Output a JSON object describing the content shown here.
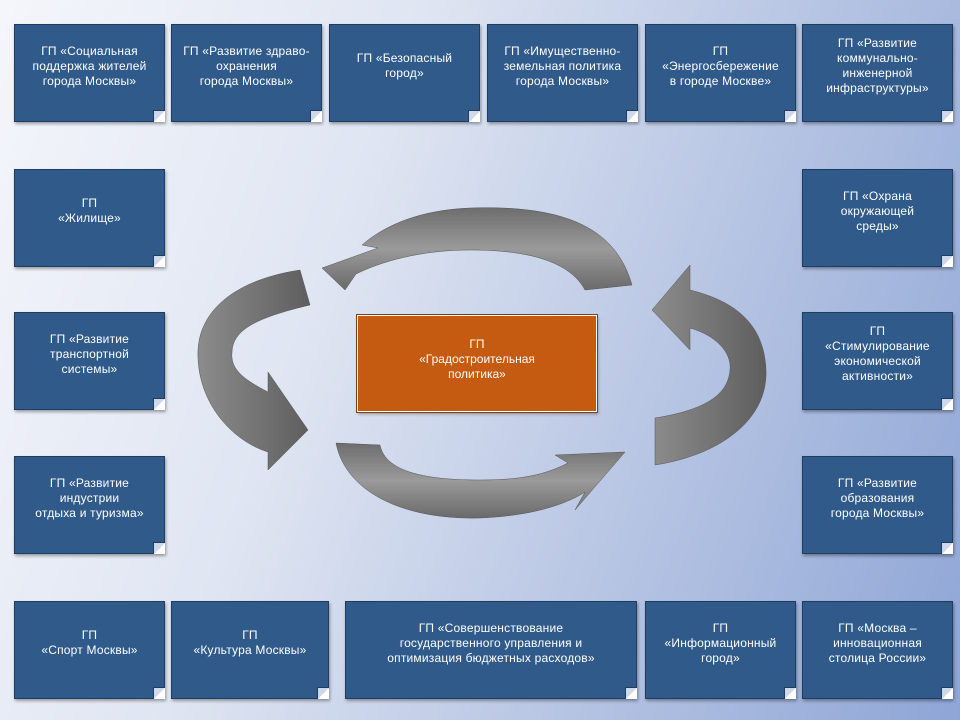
{
  "center": {
    "label": "ГП\n«Градостроительная\nполитика»"
  },
  "programs": {
    "social": "ГП «Социальная\nподдержка жителей\nгорода Москвы»",
    "health": "ГП «Развитие здраво-\nохранения\nгорода Москвы»",
    "safe": "ГП «Безопасный\nгород»",
    "property": "ГП «Имущественно-\nземельная политика\nгорода Москвы»",
    "energy": "ГП\n«Энергосбережение\nв городе Москве»",
    "infra": "ГП «Развитие\nкоммунально-\nинженерной\nинфраструктуры»",
    "housing": "ГП\n«Жилище»",
    "transport": "ГП «Развитие\nтранспортной\nсистемы»",
    "leisure": "ГП «Развитие\nиндустрии\nотдыха и туризма»",
    "environment": "ГП «Охрана\nокружающей\nсреды»",
    "economy": "ГП\n«Стимулирование\nэкономической\nактивности»",
    "education": "ГП «Развитие\nобразования\nгорода Москвы»",
    "sport": "ГП\n«Спорт Москвы»",
    "culture": "ГП\n«Культура Москвы»",
    "governance": "ГП «Совершенствование\nгосударственного управления и\nоптимизация бюджетных расходов»",
    "info": "ГП\n«Информационный\nгород»",
    "innovation": "ГП «Москва –\nинновационная\nстолица России»"
  },
  "colors": {
    "box": "#2f5a8a",
    "center": "#c55a11",
    "arrow": "#7f7f7f"
  }
}
